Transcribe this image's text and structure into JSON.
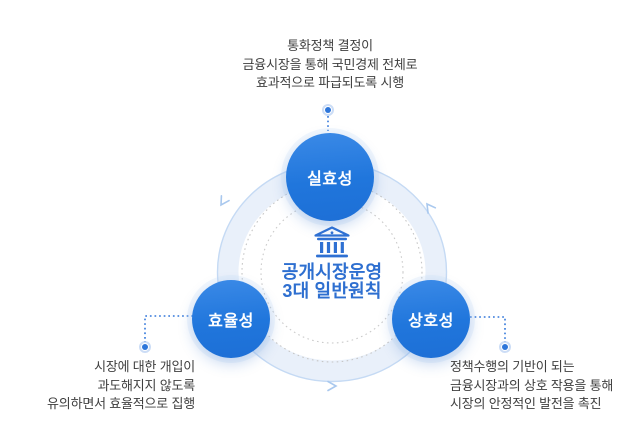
{
  "diagram": {
    "center": {
      "icon": "bank-icon",
      "title_lines": [
        "공개시장운영",
        "3대 일반원칙"
      ]
    },
    "principles": [
      {
        "position": "top",
        "label": "실효성",
        "description_lines": [
          "통화정책 결정이",
          "금융시장을 통해 국민경제 전체로",
          "효과적으로 파급되도록 시행"
        ]
      },
      {
        "position": "bottom-left",
        "label": "효율성",
        "description_lines": [
          "시장에 대한 개입이",
          "과도해지지 않도록",
          "유의하면서 효율적으로 집행"
        ]
      },
      {
        "position": "bottom-right",
        "label": "상호성",
        "description_lines": [
          "정책수행의 기반이 되는",
          "금융시장과의 상호 작용을 통해",
          "시장의 안정적인 발전을 촉진"
        ]
      }
    ],
    "icons": {
      "center": "bank-icon",
      "flow": "counterclockwise-arrow-icons"
    },
    "colors": {
      "circle_blue": "#2076dc",
      "circle_blue_light": "#3b8ae7",
      "ring_band": "#e9f0fa",
      "ring_arc": "#c5daf4",
      "dotted_gray": "#c6c6c6",
      "connector_blue": "#3277da",
      "title_blue": "#2e6fd0",
      "text_dark": "#3f3f3f",
      "background": "#ffffff"
    }
  }
}
